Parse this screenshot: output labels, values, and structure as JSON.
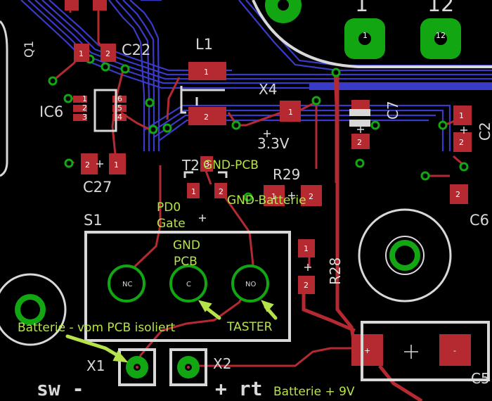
{
  "colors": {
    "background": "#000000",
    "top_copper": "#b42a30",
    "bottom_copper": "#3a3ac8",
    "via_ring": "#12a612",
    "silkscreen": "#d8d8d8",
    "annotation": "#b7e34a"
  },
  "silkscreen": {
    "pad_1": "1",
    "pad_12": "12",
    "q1": "Q1",
    "c22": "C22",
    "l1": "L1",
    "ic6": "IC6",
    "x4": "X4",
    "c7": "C7",
    "c2": "C2",
    "voltage": "3.3V",
    "c27": "C27",
    "t2": "T2",
    "r29": "R29",
    "s1": "S1",
    "r28": "R28",
    "c6": "C6",
    "x1": "X1",
    "x2": "X2",
    "c5": "C5",
    "sw_minus": "sw -",
    "plus_rt": "+ rt",
    "pin_nc": "NC",
    "pin_c": "C",
    "pin_no": "NO"
  },
  "annotations": {
    "gnd_pcb_top": "GND-PCB",
    "pd0": "PD0",
    "gate": "Gate",
    "gnd_batterie": "GND-Batterie",
    "gnd_pcb_line1": "GND",
    "gnd_pcb_line2": "PCB",
    "taster": "TASTER",
    "batterie_isoliert": "Batterie - vom PCB isoliert",
    "batterie_9v": "Batterie + 9V"
  },
  "pad_numbers": {
    "one": "1",
    "two": "2",
    "three": "3",
    "four": "4",
    "five": "5",
    "six": "6",
    "plus": "+",
    "minus": "-"
  }
}
